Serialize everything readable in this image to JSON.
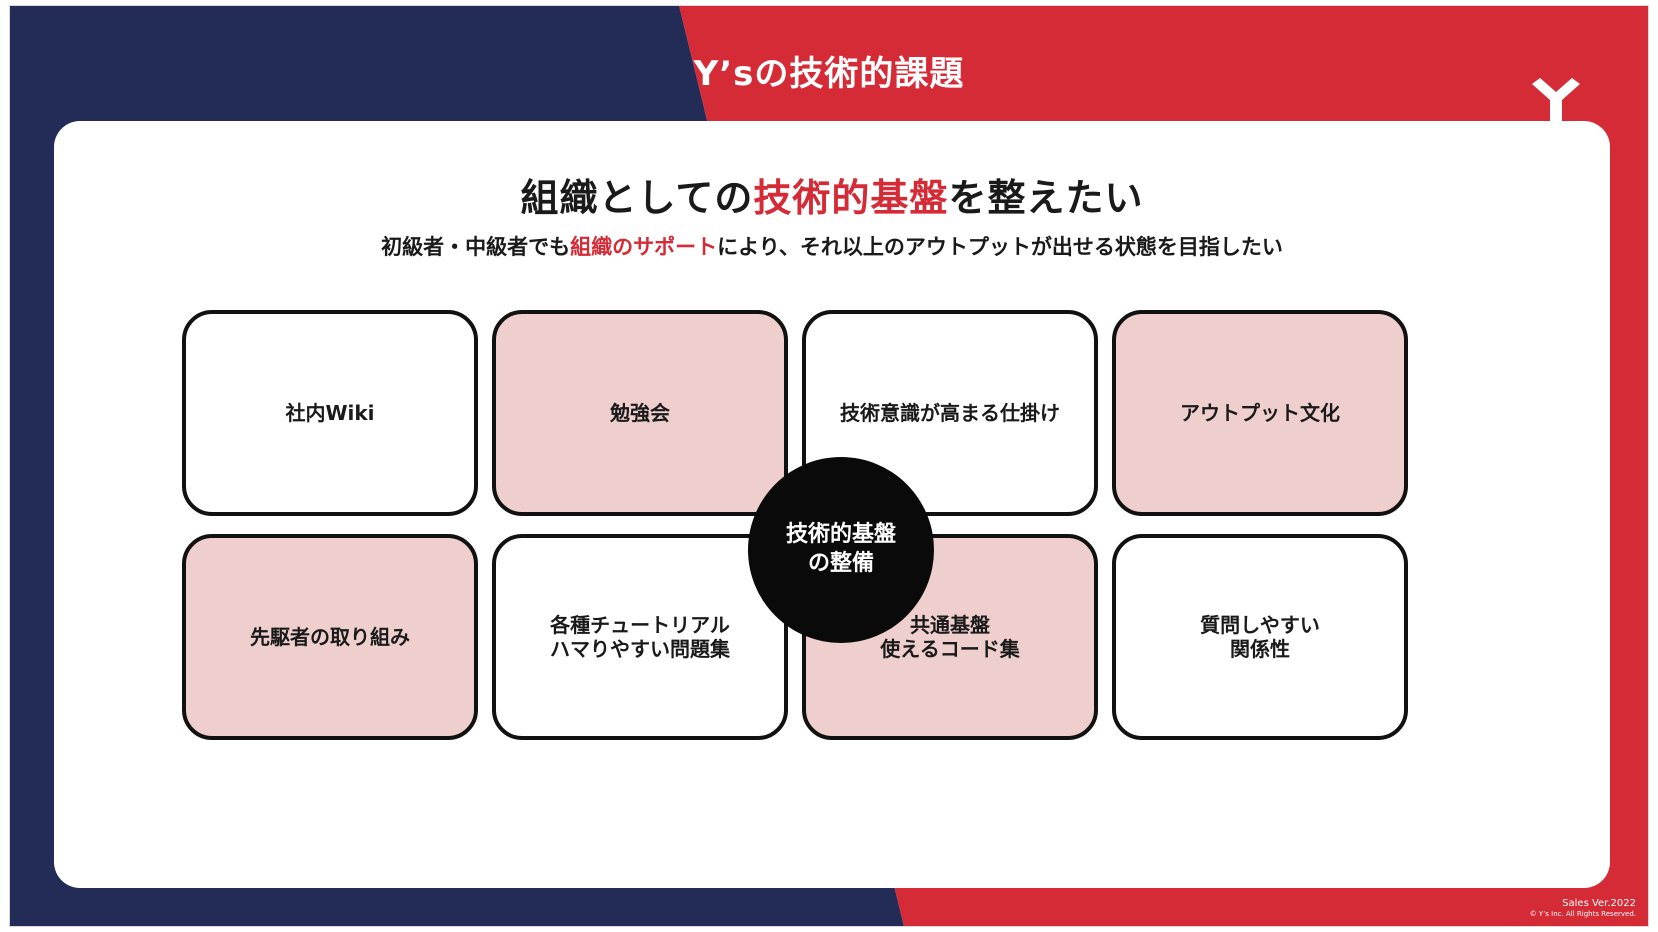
{
  "header": {
    "title": "Y’sの技術的課題"
  },
  "colors": {
    "navy": "#232c57",
    "red": "#d42b36",
    "pink": "#eecfce",
    "black": "#0a0a0a"
  },
  "logo": {
    "icon": "y-logo-icon"
  },
  "headline": {
    "part1": "組織としての",
    "highlight": "技術的基盤",
    "part2": "を整えたい"
  },
  "subline": {
    "part1": "初級者・中級者でも",
    "highlight": "組織のサポート",
    "part2": "により、それ以上のアウトプットが出せる状態を目指したい"
  },
  "grid": {
    "items": [
      {
        "label": "社内Wiki",
        "style": "white"
      },
      {
        "label": "勉強会",
        "style": "pink"
      },
      {
        "label": "技術意識が高まる仕掛け",
        "style": "white"
      },
      {
        "label": "アウトプット文化",
        "style": "pink"
      },
      {
        "label": "先駆者の取り組み",
        "style": "pink"
      },
      {
        "label": "各種チュートリアル\nハマりやすい問題集",
        "style": "white"
      },
      {
        "label": "共通基盤\n使えるコード集",
        "style": "pink"
      },
      {
        "label": "質問しやすい\n関係性",
        "style": "white"
      }
    ],
    "center": "技術的基盤\nの整備"
  },
  "footer": {
    "version": "Sales Ver.2022",
    "copyright": "© Y’s Inc. All Rights Reserved."
  }
}
